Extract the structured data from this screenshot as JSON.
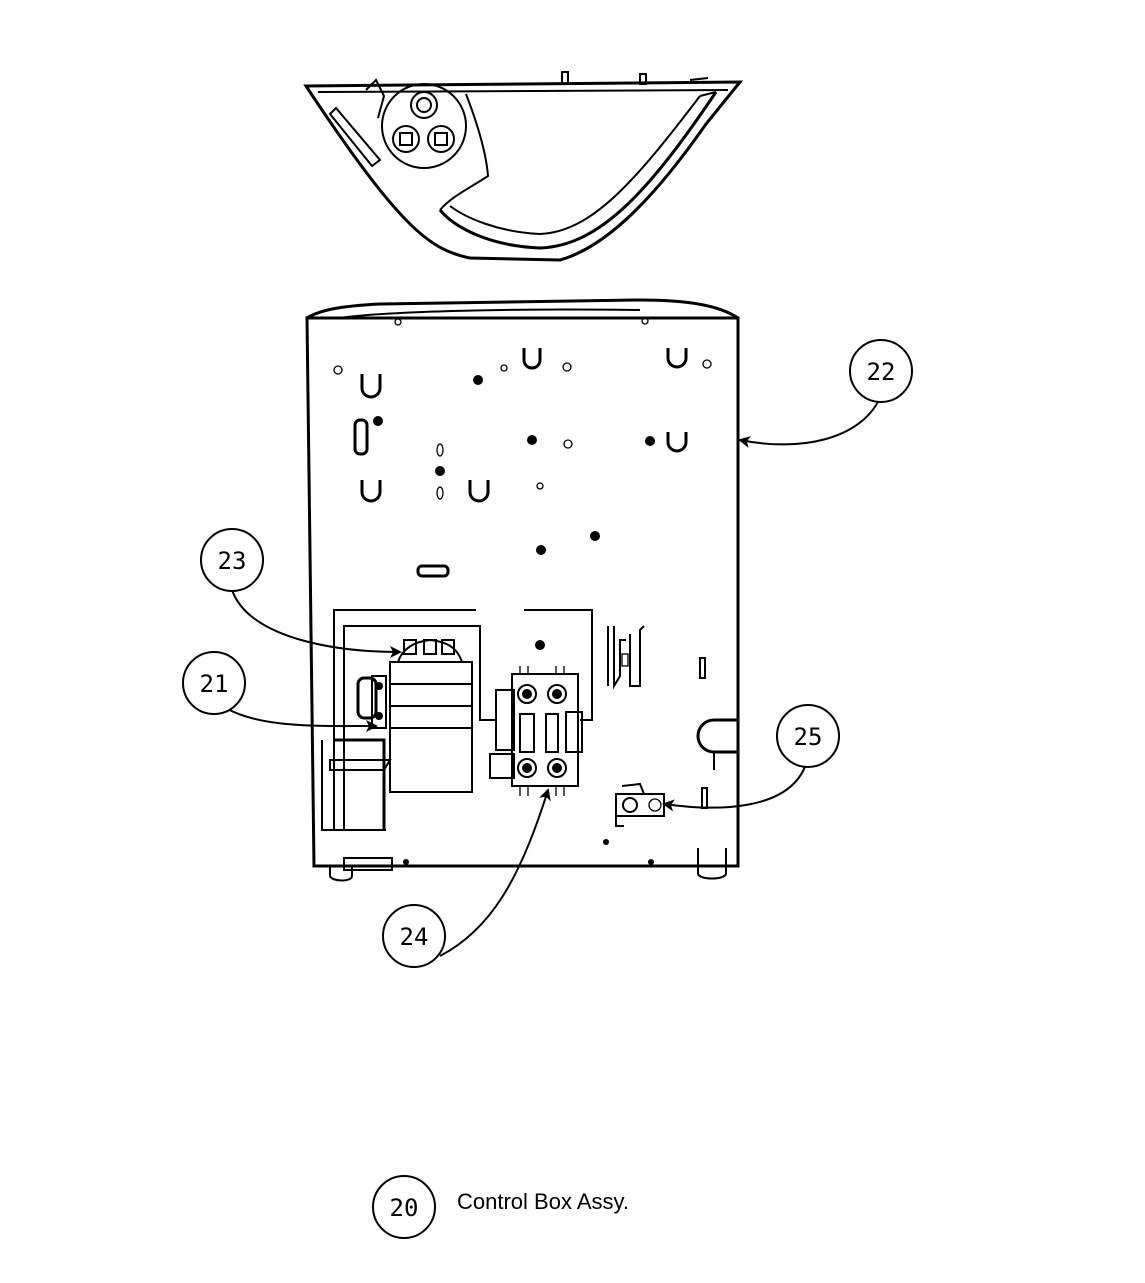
{
  "callouts": {
    "c20": "20",
    "c21": "21",
    "c22": "22",
    "c23": "23",
    "c24": "24",
    "c25": "25"
  },
  "legend": {
    "label": "Control Box Assy."
  }
}
